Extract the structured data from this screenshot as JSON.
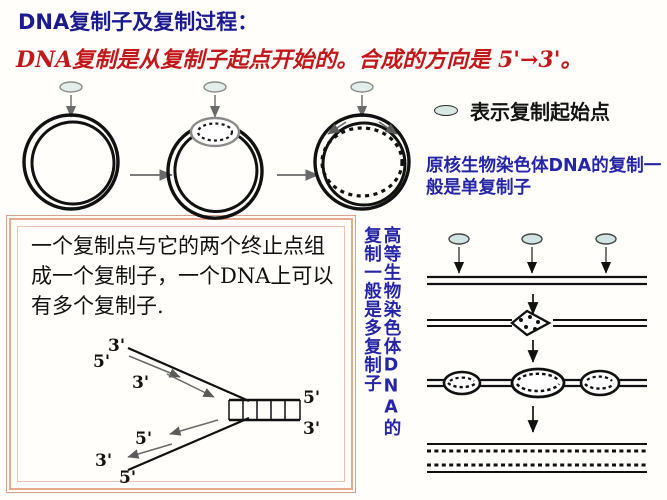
{
  "titles": {
    "line1": "DNA复制子及复制过程：",
    "line2": "DNA复制是从复制子起点开始的。合成的方向是 5'→3'。",
    "line1_color": "#1b1b8f",
    "line2_color": "#c2181c"
  },
  "legend": {
    "symbol": "origin-ellipse",
    "label": "表示复制起始点",
    "symbol_fill": "#d8e8e2",
    "symbol_stroke": "#2a2a2a"
  },
  "notes": {
    "prokaryote": "原核生物染色体DNA的复制一般是单复制子",
    "prokaryote_color": "#2525a5",
    "eukaryote_col_right": "高等生物染色体DNA的",
    "eukaryote_col_left": "复制一般是多复制子",
    "eukaryote_color": "#2525a5"
  },
  "textbox": {
    "paragraph": "一个复制点与它的两个终止点组成一个复制子，一个DNA上可以有多个复制子.",
    "border_color": "#e8a98e"
  },
  "fork_labels": {
    "top_outer_3": "3'",
    "top_5": "5'",
    "top_inner_3": "3'",
    "bottom_5_inner": "5'",
    "bottom_3_outer": "3'",
    "bottom_5_outer": "5'",
    "right_top_5": "5'",
    "right_bottom_3": "3'"
  },
  "circular_panel": {
    "stages": [
      {
        "name": "unreplicated-circle",
        "description": "双链环状DNA，复制起点标记"
      },
      {
        "name": "initiation-bubble",
        "description": "复制起点形成小复制泡"
      },
      {
        "name": "bidirectional-replication",
        "description": "双向复制，新链以虚线表示"
      }
    ],
    "origin_markers": 3,
    "step_arrows": 2
  },
  "linear_panel": {
    "stages": [
      {
        "name": "linear-dna-three-origins",
        "origins": 3
      },
      {
        "name": "single-initiation-bubble",
        "bubbles": 1
      },
      {
        "name": "three-replication-bubbles",
        "bubbles": 3
      },
      {
        "name": "two-daughter-duplexes",
        "duplexes": 2
      }
    ],
    "down_arrows": 3
  }
}
